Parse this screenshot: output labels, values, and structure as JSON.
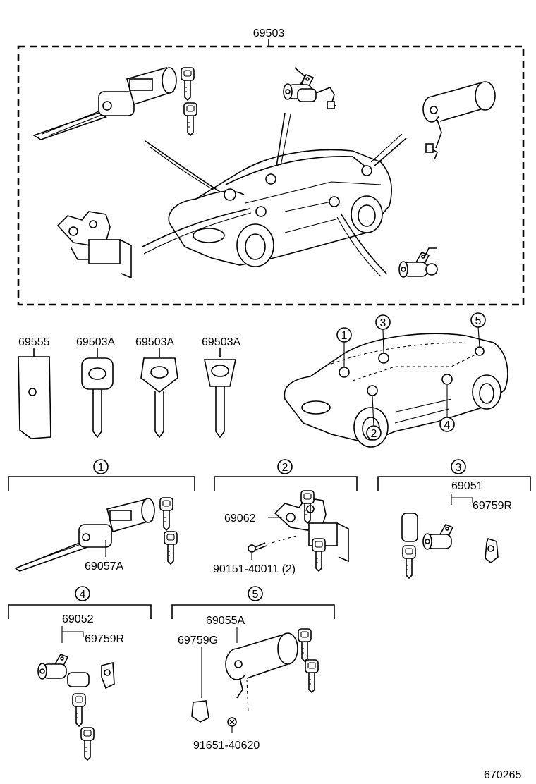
{
  "assembly": {
    "main_part": "69503"
  },
  "keys": [
    {
      "part": "69555"
    },
    {
      "part": "69503A"
    },
    {
      "part": "69503A"
    },
    {
      "part": "69503A"
    }
  ],
  "locator_numbers": [
    "1",
    "2",
    "3",
    "4",
    "5"
  ],
  "groups": [
    {
      "num": "1",
      "parts": [
        "69057A"
      ]
    },
    {
      "num": "2",
      "parts": [
        "69062",
        "90151-40011 (2)"
      ]
    },
    {
      "num": "3",
      "parts": [
        "69051",
        "69759R"
      ]
    },
    {
      "num": "4",
      "parts": [
        "69052",
        "69759R"
      ]
    },
    {
      "num": "5",
      "parts": [
        "69055A",
        "69759G",
        "91651-40620"
      ]
    }
  ],
  "diagram_id": "670265"
}
